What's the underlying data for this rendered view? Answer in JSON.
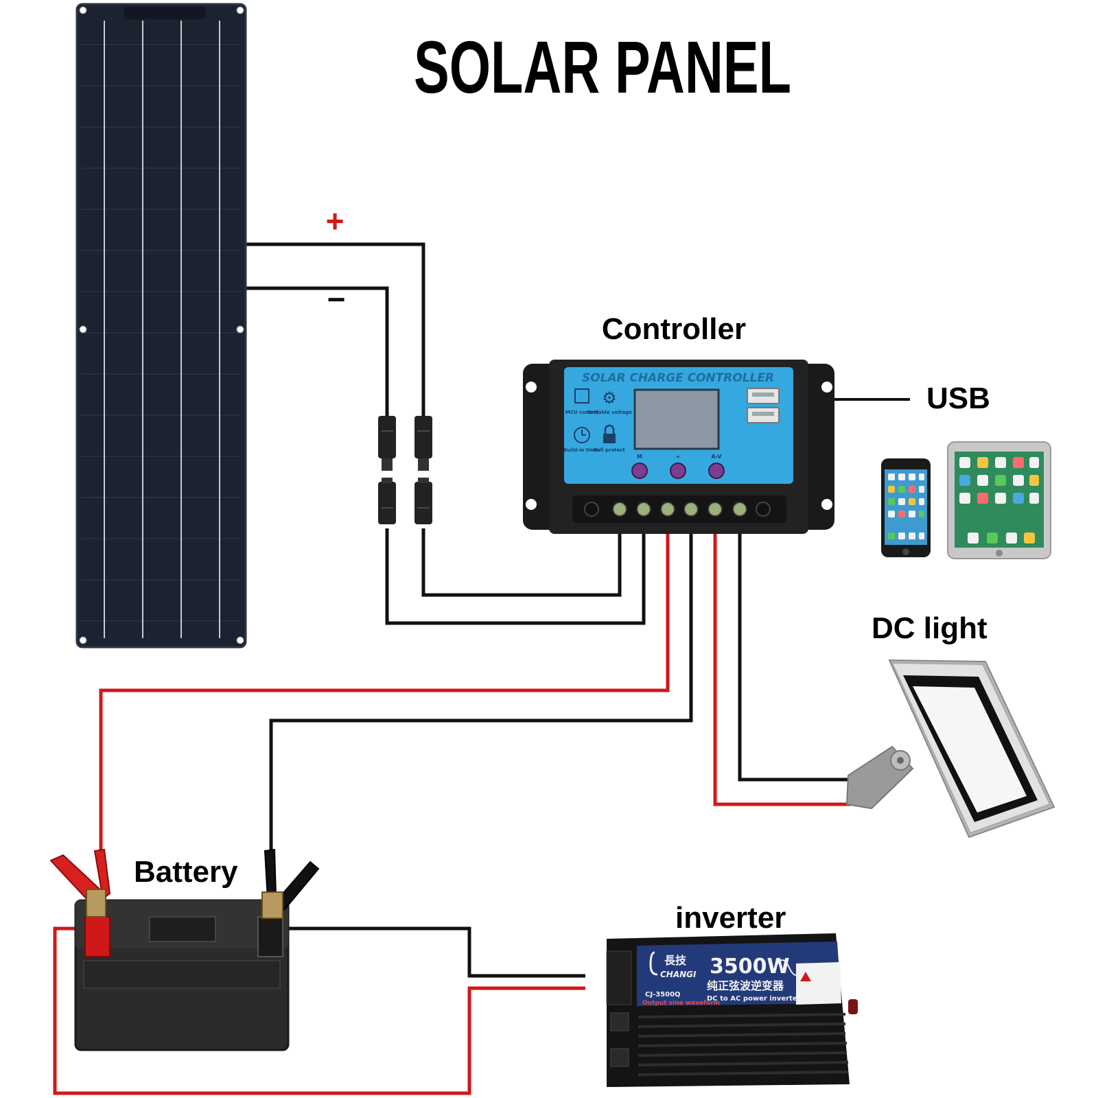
{
  "title": "SOLAR PANEL",
  "symbols": {
    "plus": "+",
    "minus": "−"
  },
  "labels": {
    "controller": "Controller",
    "usb": "USB",
    "dc_light": "DC light",
    "battery": "Battery",
    "inverter": "inverter"
  },
  "controller": {
    "header": "SOLAR CHARGE CONTROLLER",
    "icons": [
      "MCU control",
      "Settable voltage",
      "Build-in timer",
      "Full protect"
    ],
    "knobs": [
      "M",
      "+",
      "A-V"
    ]
  },
  "inverter": {
    "brand": "CHANGI",
    "brand_cn": "長技",
    "power": "3500W",
    "cn_desc": "纯正弦波逆变器",
    "model": "CJ-3500Q",
    "subtitle": "Output sine waveform",
    "dc_ac": "DC to AC  power inverter"
  },
  "colors": {
    "wire_positive": "#d01818",
    "wire_negative": "#111111",
    "panel": "#1b2230",
    "controller_face": "#36a8e0",
    "controller_body": "#1a1a1a"
  },
  "icons": [
    "phone-icon",
    "tablet-icon",
    "floodlight-icon",
    "battery-icon",
    "inverter-icon",
    "alligator-clip-icon",
    "mc4-connector-icon"
  ]
}
